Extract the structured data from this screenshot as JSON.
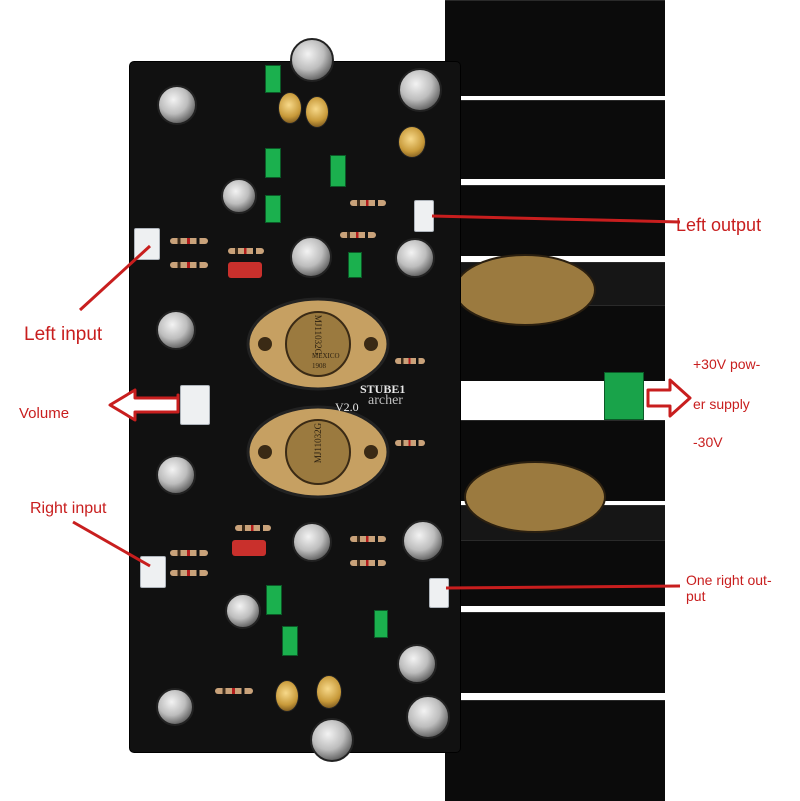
{
  "annotations": {
    "left_output": "Left output",
    "left_input": "Left input",
    "volume": "Volume",
    "right_input": "Right input",
    "power_line1": "+30V pow-",
    "power_line2": "er supply",
    "power_line3": "-30V",
    "right_output_line1": "One right out-",
    "right_output_line2": "put"
  },
  "board_markings": {
    "board_name": "STUBE1",
    "version": "V2.0",
    "watermark": "archer",
    "transistor_model": "MJ11032G",
    "transistor_origin": "MEXICO",
    "transistor_code": "1908"
  },
  "colors": {
    "annotation_red": "#c81e1e",
    "pcb_black": "#111111",
    "heatsink_black": "#0b0b0b",
    "terminal_green": "#19a34a"
  }
}
